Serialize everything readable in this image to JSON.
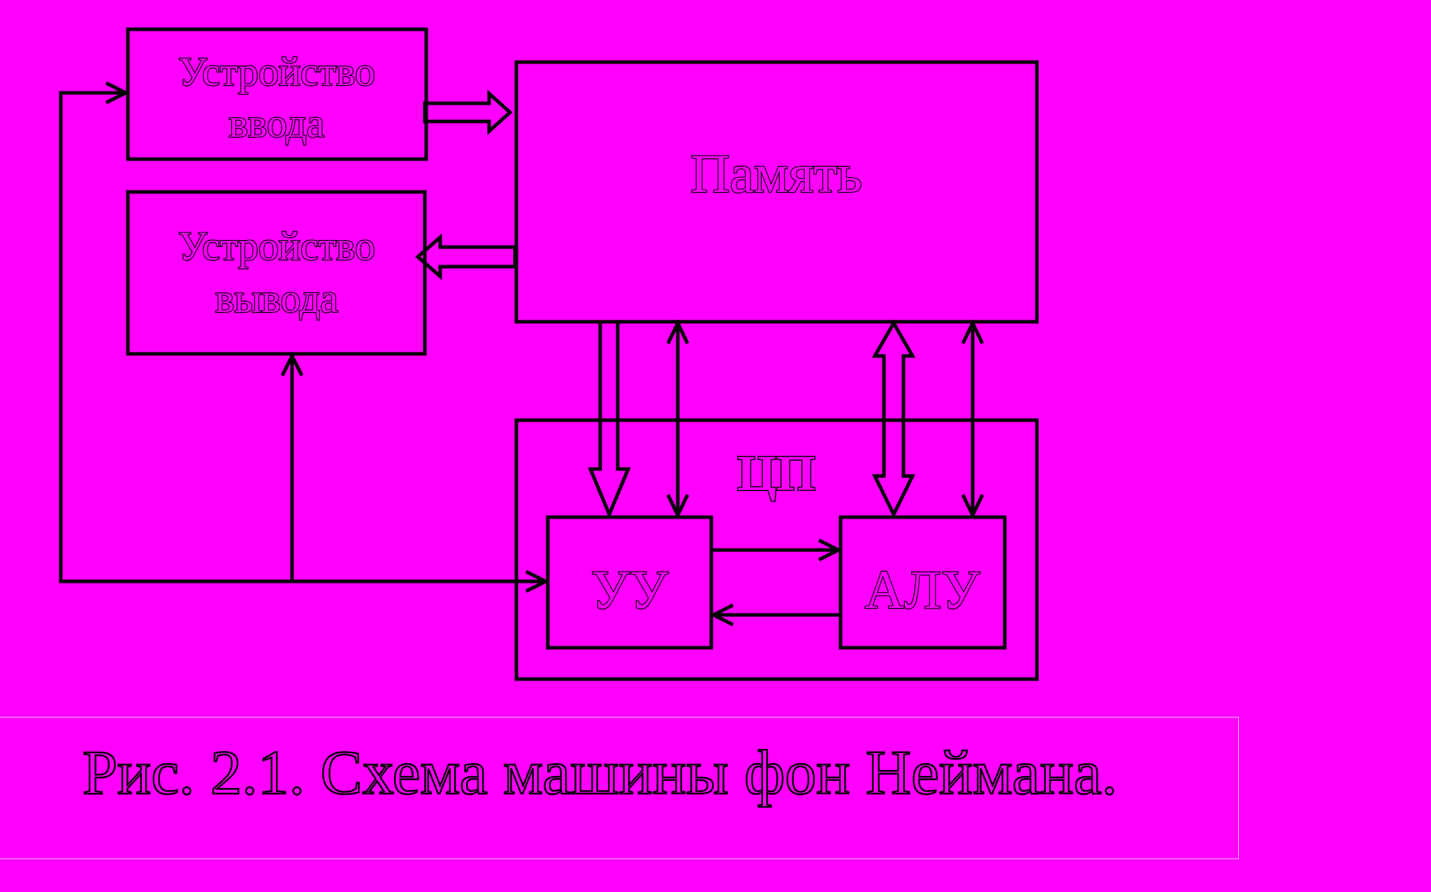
{
  "colors": {
    "background": "#ff00ff",
    "stroke": "#000000",
    "caption_frame": "#ffc0ff"
  },
  "nodes": {
    "input_device": {
      "line1": "Устройство",
      "line2": "ввода"
    },
    "output_device": {
      "line1": "Устройство",
      "line2": "вывода"
    },
    "memory": {
      "label": "Память"
    },
    "cpu": {
      "label": "ЦП"
    },
    "control_unit": {
      "label": "УУ"
    },
    "alu": {
      "label": "АЛУ"
    }
  },
  "edges": [
    {
      "from": "input_device",
      "to": "memory",
      "kind": "data"
    },
    {
      "from": "memory",
      "to": "output_device",
      "kind": "data"
    },
    {
      "from": "memory",
      "to": "control_unit",
      "kind": "data"
    },
    {
      "from": "memory",
      "to": "control_unit",
      "kind": "control",
      "bidirectional": true
    },
    {
      "from": "memory",
      "to": "alu",
      "kind": "data",
      "bidirectional": true
    },
    {
      "from": "memory",
      "to": "alu",
      "kind": "control",
      "bidirectional": true
    },
    {
      "from": "control_unit",
      "to": "alu",
      "kind": "control"
    },
    {
      "from": "alu",
      "to": "control_unit",
      "kind": "control"
    },
    {
      "from": "control_unit",
      "to": "input_device",
      "kind": "control"
    },
    {
      "from": "control_unit",
      "to": "output_device",
      "kind": "control"
    }
  ],
  "caption": "Рис. 2.1. Схема машины фон Неймана."
}
